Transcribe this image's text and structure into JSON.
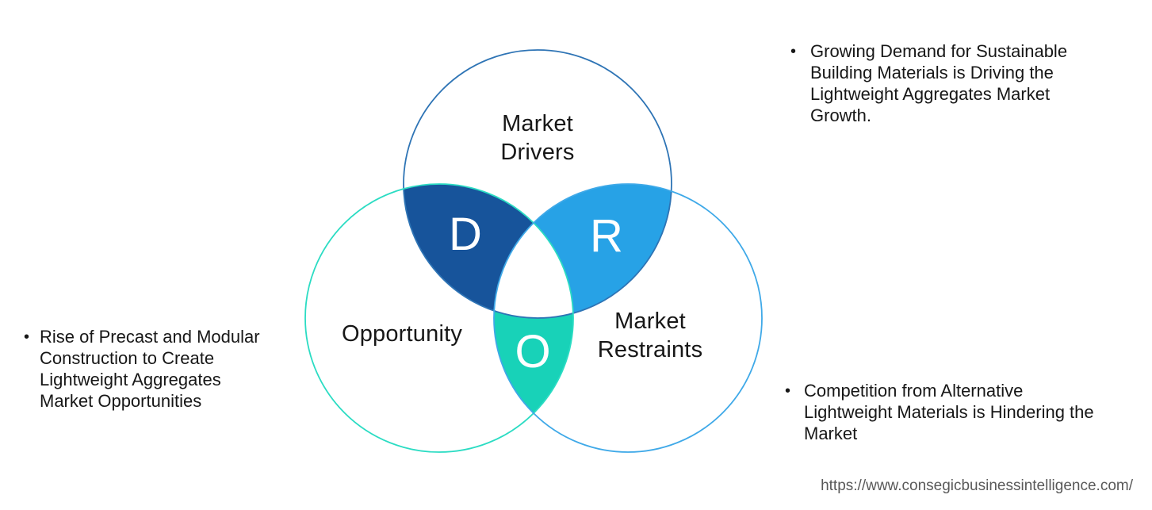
{
  "diagram": {
    "circles": {
      "drivers": {
        "label": "Market\nDrivers",
        "stroke": "#2E74B5"
      },
      "opportunity": {
        "label": "Opportunity",
        "stroke": "#2BDCC3"
      },
      "restraints": {
        "label": "Market\nRestraints",
        "stroke": "#3FA9E8"
      }
    },
    "regions": {
      "d": {
        "letter": "D",
        "fill": "#17549B"
      },
      "r": {
        "letter": "R",
        "fill": "#27A2E6"
      },
      "o": {
        "letter": "O",
        "fill": "#18D2B8"
      }
    },
    "letter_color": "#FFFFFF"
  },
  "bullets": {
    "driver": {
      "marker": "•",
      "text": "Growing Demand for Sustainable\nBuilding Materials is Driving the\nLightweight Aggregates Market\nGrowth."
    },
    "opportunity": {
      "marker": "•",
      "text": "Rise of Precast and Modular\nConstruction to Create\nLightweight Aggregates\nMarket Opportunities"
    },
    "restraint": {
      "marker": "•",
      "text": "Competition from Alternative\nLightweight Materials is Hindering the\nMarket"
    }
  },
  "footer": {
    "url": "https://www.consegicbusinessintelligence.com/"
  },
  "colors": {
    "background": "#FFFFFF",
    "text": "#171717",
    "url_text": "#595959"
  }
}
